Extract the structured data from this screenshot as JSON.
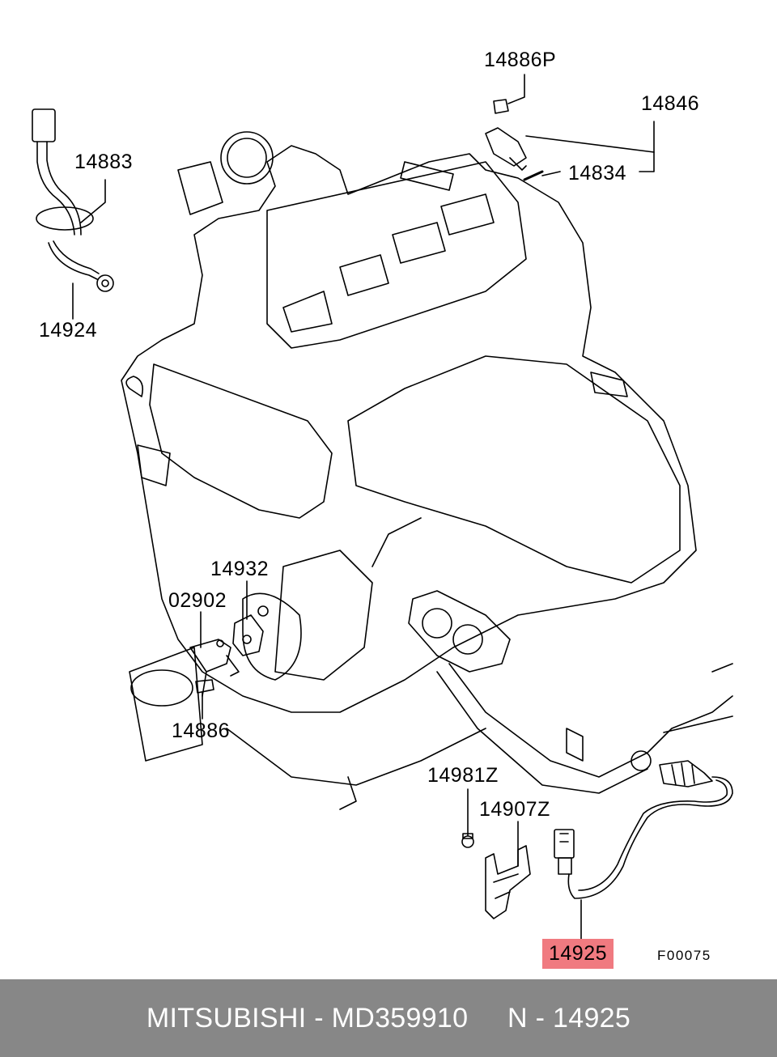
{
  "colors": {
    "highlight": "#f07a80",
    "footer_bg": "#878787",
    "footer_text": "#ffffff",
    "line": "#000000"
  },
  "callouts": {
    "p14886P": "14886P",
    "p14846": "14846",
    "p14834": "14834",
    "p14883": "14883",
    "p14924": "14924",
    "p14932": "14932",
    "p02902": "02902",
    "p14886": "14886",
    "p14981Z": "14981Z",
    "p14907Z": "14907Z",
    "p14925": "14925"
  },
  "figure_code": "F00075",
  "footer": {
    "text": "MITSUBISHI - MD359910     N - 14925"
  }
}
